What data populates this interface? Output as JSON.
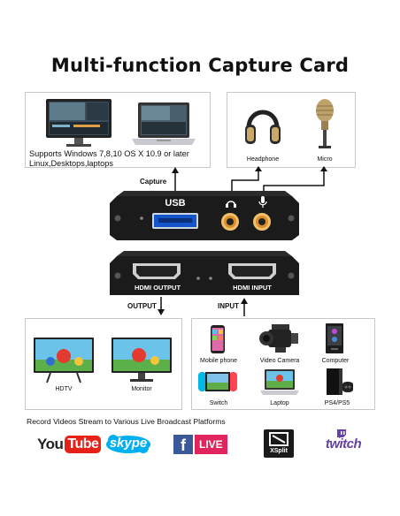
{
  "title": "Multi-function Capture Card",
  "pc_box": {
    "support_text_line1": "Supports Windows 7,8,10 OS X 10.9 or later",
    "support_text_line2": "Linux,Desktops,laptops",
    "images": [
      "desktop-monitor-image",
      "laptop-image"
    ]
  },
  "audio_box": {
    "items": [
      {
        "label": "Headphone",
        "icon": "headphone-icon"
      },
      {
        "label": "Micro",
        "icon": "microphone-icon"
      }
    ]
  },
  "capture_label": "Capture",
  "top_device": {
    "usb_label": "USB",
    "ports": [
      "usb-port",
      "headphone-jack",
      "microphone-jack"
    ]
  },
  "bottom_device": {
    "output_label": "HDMI OUTPUT",
    "input_label": "HDMI INPUT"
  },
  "output_label": "OUTPUT",
  "input_label": "INPUT",
  "output_box": {
    "items": [
      {
        "label": "HDTV",
        "icon": "hdtv-icon"
      },
      {
        "label": "Monitor",
        "icon": "monitor-icon"
      }
    ]
  },
  "input_box": {
    "items": [
      {
        "label": "Mobile phone",
        "icon": "mobile-phone-icon"
      },
      {
        "label": "Video Camera",
        "icon": "video-camera-icon"
      },
      {
        "label": "Computer",
        "icon": "computer-tower-icon"
      },
      {
        "label": "Switch",
        "icon": "switch-console-icon"
      },
      {
        "label": "Laptop",
        "icon": "laptop-icon"
      },
      {
        "label": "PS4/PS5",
        "icon": "ps4-console-icon"
      }
    ]
  },
  "platforms_heading": "Record Videos Stream to Various Live Broadcast Platforms",
  "platforms": {
    "youtube": {
      "text_you": "You",
      "text_tube": "Tube"
    },
    "skype": {
      "text": "skype"
    },
    "facebook": {
      "f": "f",
      "text": "LIVE"
    },
    "xsplit": {
      "text": "XSplit"
    },
    "twitch": {
      "text": "twitch"
    }
  },
  "colors": {
    "youtube_red": "#e62117",
    "skype_blue": "#00aff0",
    "facebook_blue": "#3b5998",
    "facebook_red": "#e0245e",
    "twitch_purple": "#6441a5",
    "device_black": "#1b1b1b",
    "jack_orange": "#d98d2b"
  }
}
